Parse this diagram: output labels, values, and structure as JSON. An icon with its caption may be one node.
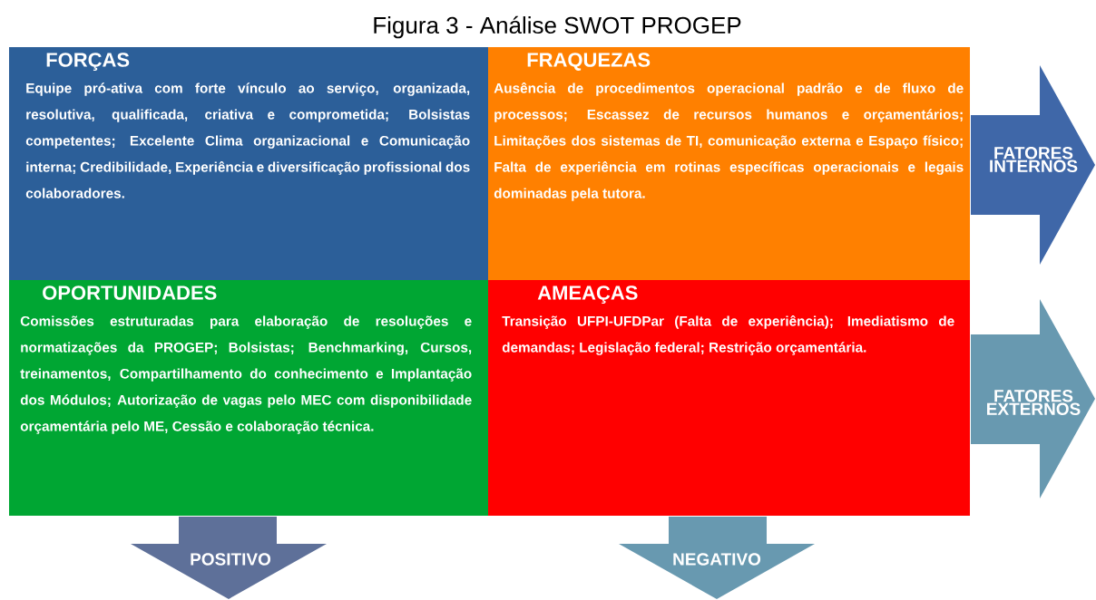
{
  "diagram": {
    "title": "Figura 3 - Análise SWOT PROGEP",
    "nodes": [
      {
        "text": [
          "FORÇAS",
          "Equipe pró-ativa com forte vínculo ao serviço, organizada, resolutiva, qualificada, criativa e comprometida; Bolsistas competentes; Excelente Clima organizacional e Comunicação interna; Credibilidade, Experiência e diversificação profissional dos colaboradores."
        ]
      },
      {
        "text": [
          "FRAQUEZAS",
          "Ausência de procedimentos operacional padrão e de fluxo de processos; Escassez de recursos humanos e orçamentários; Limitações dos sistemas de TI, comunicação externa e Espaço físico; Falta de experiência em rotinas específicas operacionais e legais dominadas pela tutora."
        ]
      },
      {
        "text": [
          "FATORES INTERNOS"
        ]
      },
      {
        "text": [
          "OPORTUNIDADES",
          "Comissões estruturadas para elaboração de resoluções e normatizações da PROGEP; Bolsistas; Benchmarking, Cursos, treinamentos, Compartilhamento do conhecimento e Implantação dos Módulos; Autorização de vagas pelo MEC com disponibilidade orçamentária pelo ME, Cessão e colaboração técnica."
        ]
      },
      {
        "text": [
          "AMEAÇAS",
          "Transição UFPI-UFDPar (Falta de experiência); Imediatismo de demandas; Legislação federal; Restrição orçamentária."
        ]
      },
      {
        "text": [
          "FATORES EXTERNOS"
        ]
      },
      {
        "text": [
          "POSITIVO"
        ]
      },
      {
        "text": [
          "NEGATIVO"
        ]
      }
    ]
  }
}
